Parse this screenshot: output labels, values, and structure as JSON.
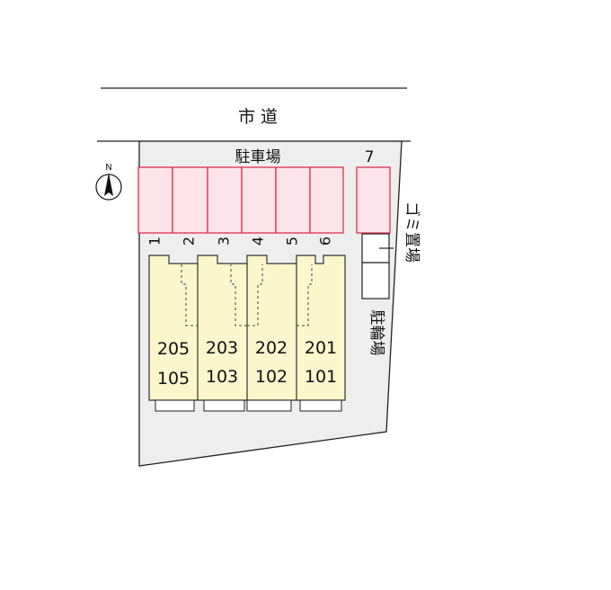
{
  "road": {
    "label": "市 道"
  },
  "parking": {
    "label": "駐車場",
    "spaces": [
      "1",
      "2",
      "3",
      "4",
      "5",
      "6"
    ],
    "extra_space": "7"
  },
  "garbage": {
    "label": "ゴミ置場"
  },
  "bicycle": {
    "label": "駐輪場"
  },
  "compass": {
    "label": "N"
  },
  "units": [
    {
      "upper": "205",
      "lower": "105"
    },
    {
      "upper": "203",
      "lower": "103"
    },
    {
      "upper": "202",
      "lower": "102"
    },
    {
      "upper": "201",
      "lower": "101"
    }
  ],
  "colors": {
    "lot": "#eeeeee",
    "parking_fill": "#fce4ea",
    "parking_stroke": "#e0304a",
    "building": "#fbf6cc"
  }
}
